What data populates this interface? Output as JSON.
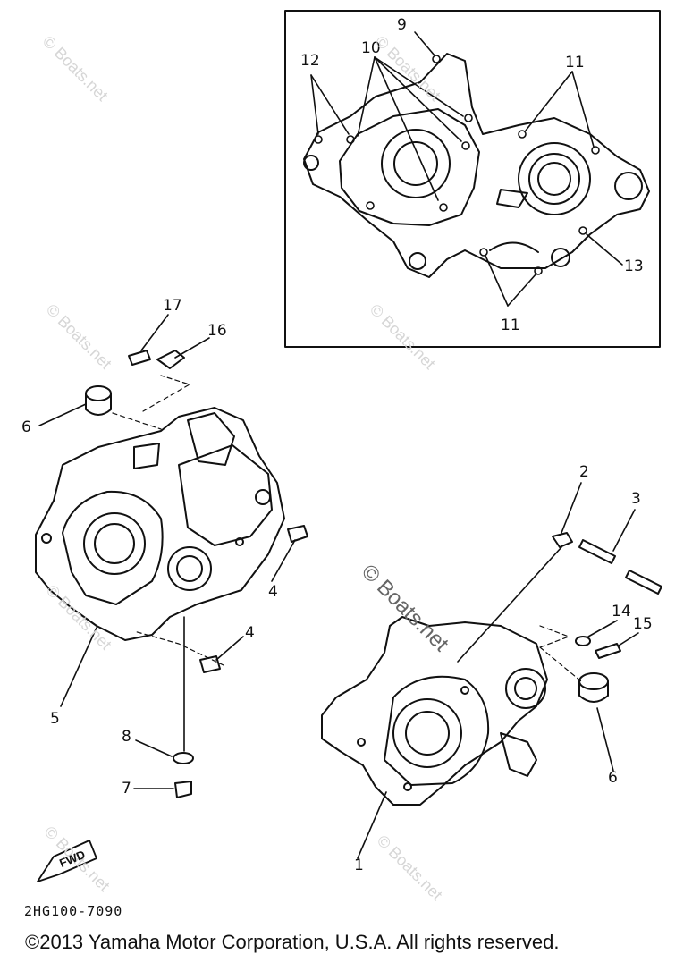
{
  "labels": {
    "l1": "1",
    "l2": "2",
    "l3": "3",
    "l4a": "4",
    "l4b": "4",
    "l5": "5",
    "l6a": "6",
    "l6b": "6",
    "l7": "7",
    "l8": "8",
    "l9": "9",
    "l10": "10",
    "l11a": "11",
    "l11b": "11",
    "l12": "12",
    "l13": "13",
    "l14": "14",
    "l15": "15",
    "l16": "16",
    "l17": "17"
  },
  "watermark": "© Boats.net",
  "fwd": "FWD",
  "part_code": "2HG100-7090",
  "copyright": "©2013 Yamaha Motor Corporation, U.S.A. All rights reserved.",
  "colors": {
    "ink": "#111111",
    "watermark": "#d6d6d6"
  }
}
